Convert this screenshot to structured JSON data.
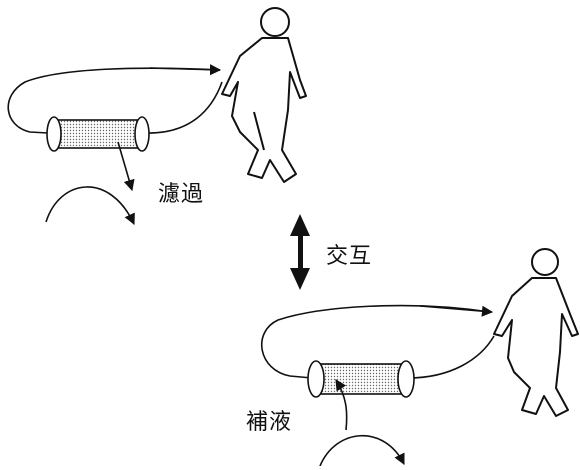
{
  "labels": {
    "filtration": "濾過",
    "alternating": "交互",
    "substitution": "補液"
  },
  "colors": {
    "stroke": "#111111",
    "filter_fill": "#dcdcdc",
    "background": "#ffffff"
  },
  "icons": [
    "person-icon",
    "filter-cartridge-icon",
    "double-arrow-icon"
  ]
}
